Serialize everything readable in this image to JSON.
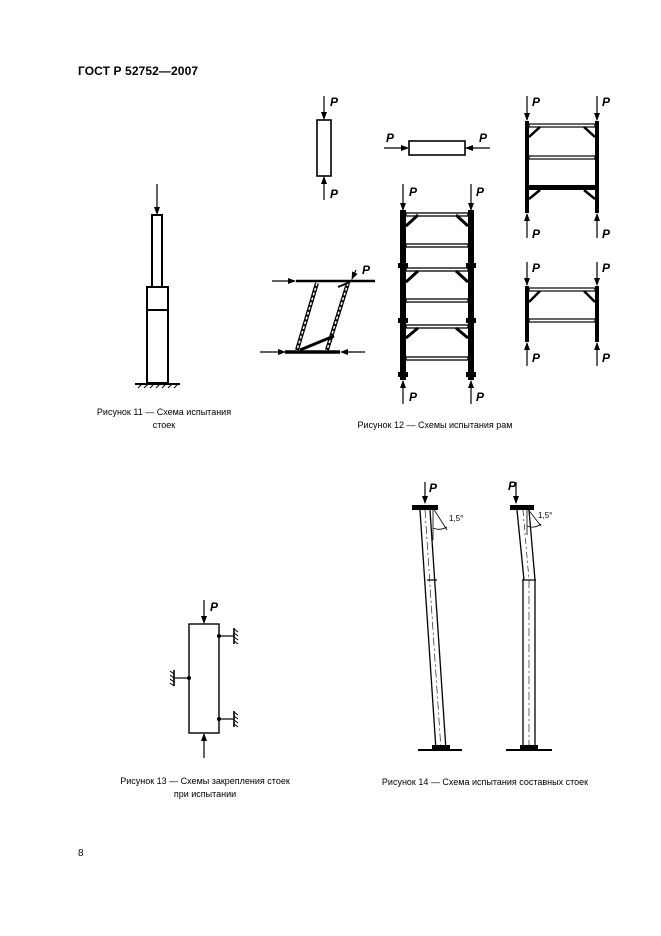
{
  "header": {
    "standard": "ГОСТ Р 52752—2007"
  },
  "figures": {
    "fig11": {
      "line1": "Рисунок 11 — Схема испытания",
      "line2": "стоек"
    },
    "fig12": {
      "caption": "Рисунок 12 — Схемы испытания рам"
    },
    "fig13": {
      "line1": "Рисунок 13 — Схемы закрепления стоек",
      "line2": "при испытании"
    },
    "fig14": {
      "caption": "Рисунок 14 — Схема испытания составных стоек"
    }
  },
  "labels": {
    "load": "P",
    "angle": "1,5°"
  },
  "page": {
    "number": "8"
  }
}
